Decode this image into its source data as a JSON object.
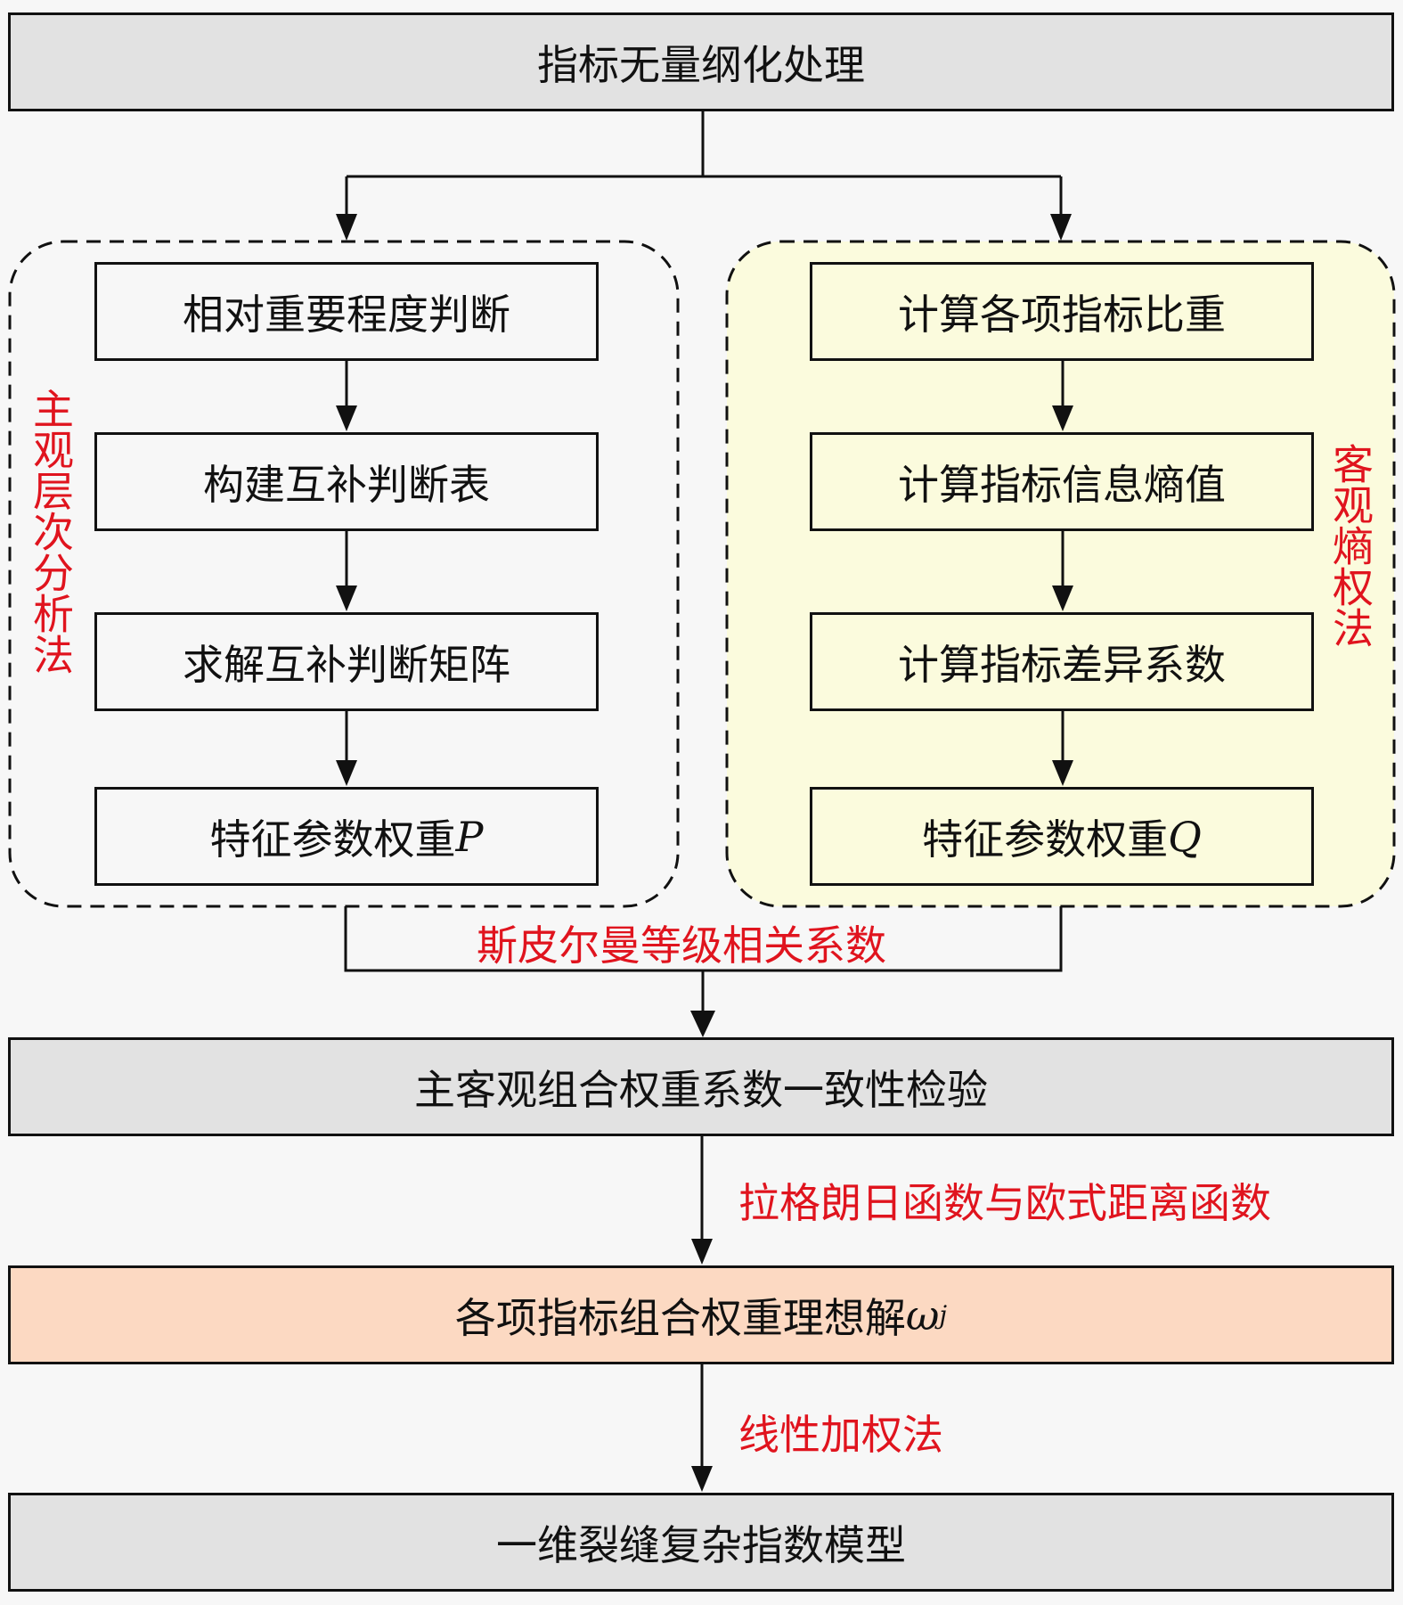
{
  "top": {
    "label": "指标无量纲化处理"
  },
  "subjective": {
    "group_label": "主观层次分析法",
    "steps": [
      "相对重要程度判断",
      "构建互补判断表",
      "求解互补判断矩阵",
      "特征参数权重"
    ],
    "result_symbol": "P"
  },
  "objective": {
    "group_label": "客观熵权法",
    "steps": [
      "计算各项指标比重",
      "计算指标信息熵值",
      "计算指标差异系数",
      "特征参数权重"
    ],
    "result_symbol": "Q"
  },
  "spearman": {
    "label": "斯皮尔曼等级相关系数"
  },
  "consistency": {
    "label": "主客观组合权重系数一致性检验"
  },
  "lagrange": {
    "label": "拉格朗日函数与欧式距离函数"
  },
  "ideal": {
    "label": "各项指标组合权重理想解",
    "symbol": "ω",
    "subscript": "j"
  },
  "linear": {
    "label": "线性加权法"
  },
  "final": {
    "label": "一维裂缝复杂指数模型"
  },
  "colors": {
    "annotation": "#e0141e",
    "process_fill": "#e2e2e2",
    "objective_fill": "#fbfbdd",
    "ideal_fill": "#fcd9c2"
  }
}
